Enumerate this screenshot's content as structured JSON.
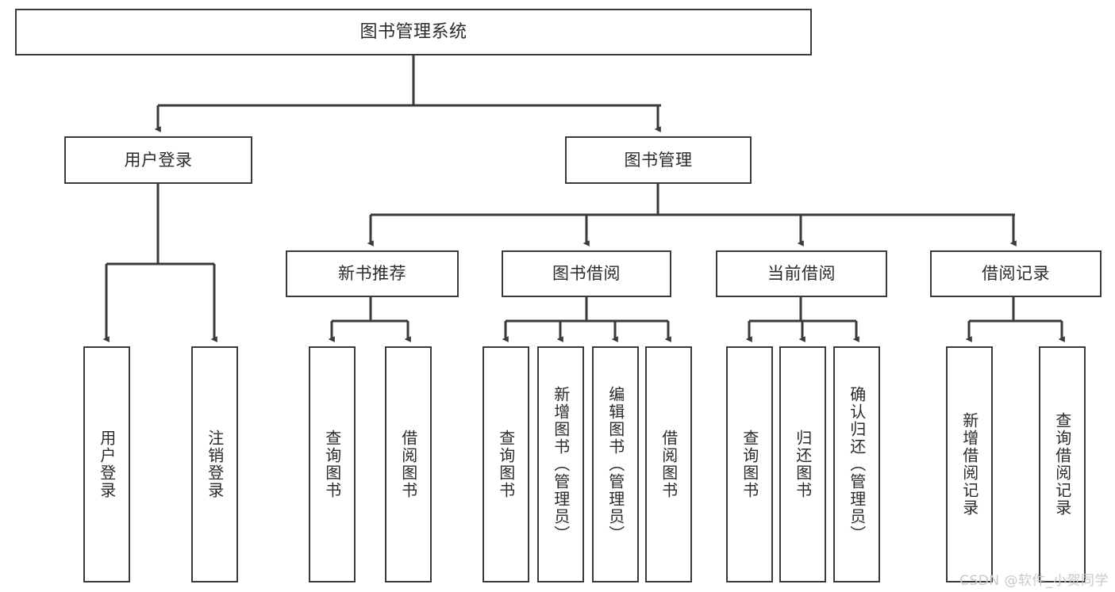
{
  "diagram": {
    "title": "图书管理系统",
    "type": "tree-hierarchy-diagram",
    "watermark": "CSDN @软件_小贺同学",
    "colors": {
      "box_border": "#3a3a3a",
      "box_fill": "#ffffff",
      "edge": "#3a3a3a",
      "text": "#2b2b2b",
      "watermark": "#c9c9c9",
      "background": "#ffffff"
    }
  },
  "nodes": {
    "root": {
      "label": "图书管理系统"
    },
    "level1": [
      {
        "id": "user-login",
        "label": "用户登录"
      },
      {
        "id": "book-management",
        "label": "图书管理"
      }
    ],
    "level2": [
      {
        "id": "new-book-recommend",
        "label": "新书推荐"
      },
      {
        "id": "book-borrow",
        "label": "图书借阅"
      },
      {
        "id": "current-borrow",
        "label": "当前借阅"
      },
      {
        "id": "borrow-record",
        "label": "借阅记录"
      }
    ],
    "leaves": [
      {
        "id": "leaf-user-login",
        "label": "用户登录",
        "parent": "user-login"
      },
      {
        "id": "leaf-logout-login",
        "label": "注销登录",
        "parent": "user-login"
      },
      {
        "id": "leaf-query-book-1",
        "label": "查询图书",
        "parent": "new-book-recommend"
      },
      {
        "id": "leaf-borrow-book-1",
        "label": "借阅图书",
        "parent": "new-book-recommend"
      },
      {
        "id": "leaf-query-book-2",
        "label": "查询图书",
        "parent": "book-borrow"
      },
      {
        "id": "leaf-add-book",
        "label": "新增图书（管理员）",
        "parent": "book-borrow"
      },
      {
        "id": "leaf-edit-book",
        "label": "编辑图书（管理员）",
        "parent": "book-borrow"
      },
      {
        "id": "leaf-borrow-book-2",
        "label": "借阅图书",
        "parent": "book-borrow"
      },
      {
        "id": "leaf-query-book-3",
        "label": "查询图书",
        "parent": "current-borrow"
      },
      {
        "id": "leaf-return-book",
        "label": "归还图书",
        "parent": "current-borrow"
      },
      {
        "id": "leaf-confirm-return",
        "label": "确认归还（管理员）",
        "parent": "current-borrow"
      },
      {
        "id": "leaf-add-record",
        "label": "新增借阅记录",
        "parent": "borrow-record"
      },
      {
        "id": "leaf-query-record",
        "label": "查询借阅记录",
        "parent": "borrow-record"
      }
    ]
  }
}
